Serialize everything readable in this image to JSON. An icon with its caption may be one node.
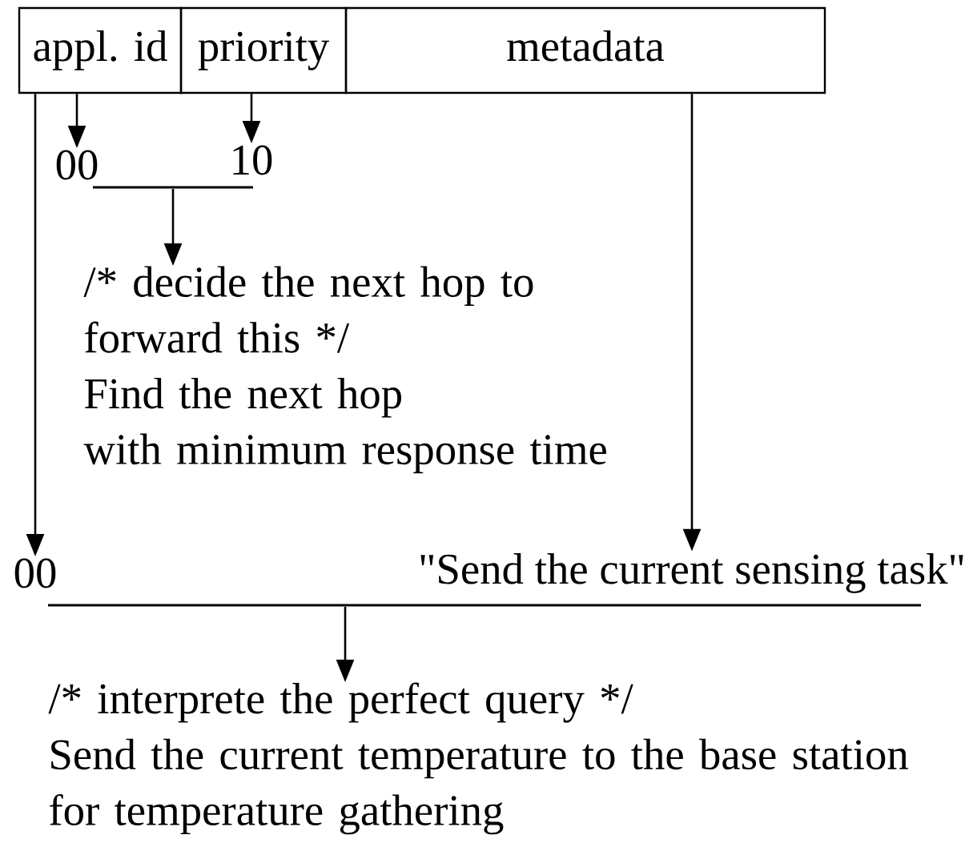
{
  "diagram": {
    "nodes": [
      {
        "text": [
          "appl. id"
        ]
      },
      {
        "text": [
          "priority"
        ]
      },
      {
        "text": [
          "metadata"
        ]
      },
      {
        "text": [
          "00"
        ]
      },
      {
        "text": [
          "10"
        ]
      },
      {
        "text": [],
        "shape": "bar"
      },
      {
        "text": [
          "/* decide the next hop to forward this */",
          "Find the next hop with minimum response time"
        ]
      },
      {
        "text": [
          "00"
        ]
      },
      {
        "text": [
          "\"Send the current sensing task\""
        ]
      },
      {
        "text": [],
        "shape": "bar"
      },
      {
        "text": [
          "/* interprete the perfect query */",
          "Send the current temperature to the base station for temperature gathering"
        ]
      }
    ],
    "edges": [
      {
        "from": 0,
        "to": 3,
        "arrow": "to"
      },
      {
        "from": 1,
        "to": 4,
        "arrow": "to"
      },
      {
        "from": 5,
        "to": 6,
        "arrow": "to"
      },
      {
        "from": 0,
        "to": 7,
        "arrow": "to"
      },
      {
        "from": 2,
        "to": 8,
        "arrow": "to"
      },
      {
        "from": 9,
        "to": 10,
        "arrow": "to"
      }
    ]
  }
}
